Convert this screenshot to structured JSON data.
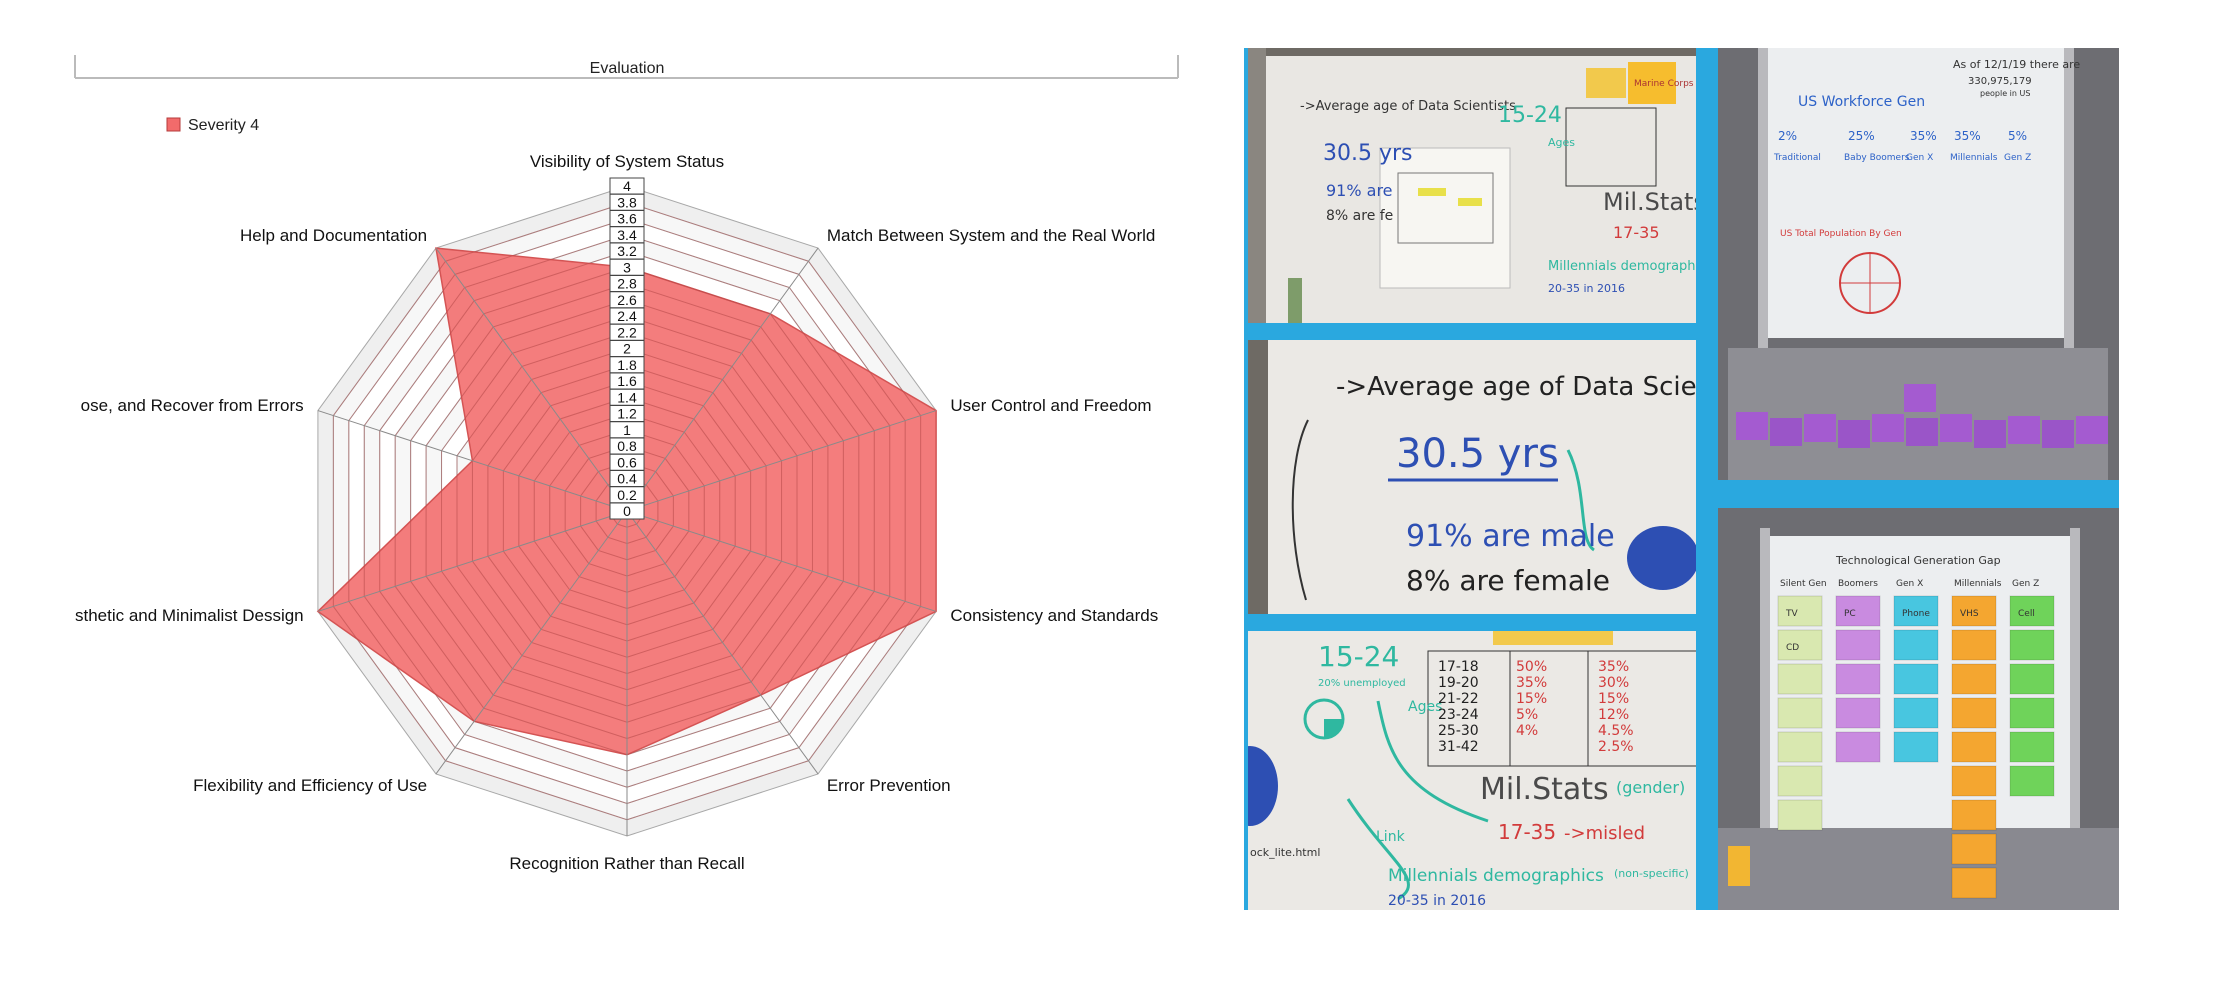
{
  "chart_data": {
    "type": "radar",
    "title": "Evaluation",
    "legend_position": "top-left",
    "categories": [
      "Visibility of System Status",
      "Match Between System and the Real World",
      "User Control and Freedom",
      "Consistency and Standards",
      "Error Prevention",
      "Recognition Rather than Recall",
      "Flexibility and Efficiency of Use",
      "sthetic and Minimalist Dessign",
      "ose, and Recover from Errors",
      "Help and Documentation"
    ],
    "series": [
      {
        "name": "Severity 4",
        "color": "#f26b6b",
        "values": [
          3,
          3,
          4,
          4,
          2.8,
          3,
          3.2,
          4,
          2,
          4
        ]
      }
    ],
    "rlim": [
      0,
      4
    ],
    "tick_step": 0.2,
    "tick_labels": [
      "0",
      "0.2",
      "0.4",
      "0.6",
      "0.8",
      "1",
      "1.2",
      "1.4",
      "1.6",
      "1.8",
      "2",
      "2.2",
      "2.4",
      "2.6",
      "2.8",
      "3",
      "3.2",
      "3.4",
      "3.6",
      "3.8",
      "4"
    ],
    "grid": true
  },
  "collage": {
    "border_color": "#2aa8df",
    "photos": [
      {
        "id": "p1",
        "icon": "whiteboard-photo",
        "texts": {
          "heading": "->Average age of Data Scientists",
          "age_range": "15-24",
          "avg": "30.5 yrs",
          "pct1": "91% are",
          "pct2": "8% are fe",
          "milstats": "Mil.Stats",
          "range": "17-35",
          "millennials": "Millennials demographics",
          "years": "20-35 in 2016",
          "sticky": "Marine Corps",
          "ages": "Ages"
        }
      },
      {
        "id": "p2",
        "icon": "whiteboard-photo",
        "texts": {
          "heading": "->Average age of Data Scientists",
          "avg": "30.5 yrs",
          "pct1": "91% are male",
          "pct2": "8% are female"
        }
      },
      {
        "id": "p3",
        "icon": "whiteboard-photo",
        "texts": {
          "age_range": "15-24",
          "note": "20% unemployed",
          "ages_label": "Ages",
          "rows": [
            {
              "age": "17-18",
              "a": "50%",
              "b": "35%"
            },
            {
              "age": "19-20",
              "a": "35%",
              "b": "30%"
            },
            {
              "age": "21-22",
              "a": "15%",
              "b": "15%"
            },
            {
              "age": "23-24",
              "a": "5%",
              "b": "12%"
            },
            {
              "age": "25-30",
              "a": "4%",
              "b": "4.5%"
            },
            {
              "age": "31-42",
              "a": "",
              "b": "2.5%"
            }
          ],
          "milstats": "Mil.Stats",
          "gender": "(gender)",
          "range": "17-35",
          "misled": "->misled",
          "link": "Link",
          "url": "ock_lite.html",
          "millennials": "Millennials demographics",
          "specific": "(non-specific)",
          "years": "20-35 in 2016"
        }
      },
      {
        "id": "p4",
        "icon": "whiteboard-photo",
        "texts": {
          "asof": "As of 12/1/19 there are",
          "pop": "330,975,179",
          "people": "people in US",
          "title": "US Workforce Gen",
          "pcts": [
            "2%",
            "25%",
            "35%",
            "35%",
            "5%"
          ],
          "gens": [
            "Traditional",
            "Baby Boomers",
            "Gen X",
            "Millennials",
            "Gen Z"
          ],
          "pie": "US Total Population By Gen"
        }
      },
      {
        "id": "p5",
        "icon": "whiteboard-photo",
        "texts": {
          "title": "Technological Generation Gap",
          "columns": [
            "Silent Gen",
            "Boomers",
            "Gen X",
            "Millennials",
            "Gen Z"
          ],
          "notes": [
            "TV",
            "PC",
            "Phone",
            "VHS",
            "Cell",
            "CD"
          ]
        }
      }
    ]
  }
}
